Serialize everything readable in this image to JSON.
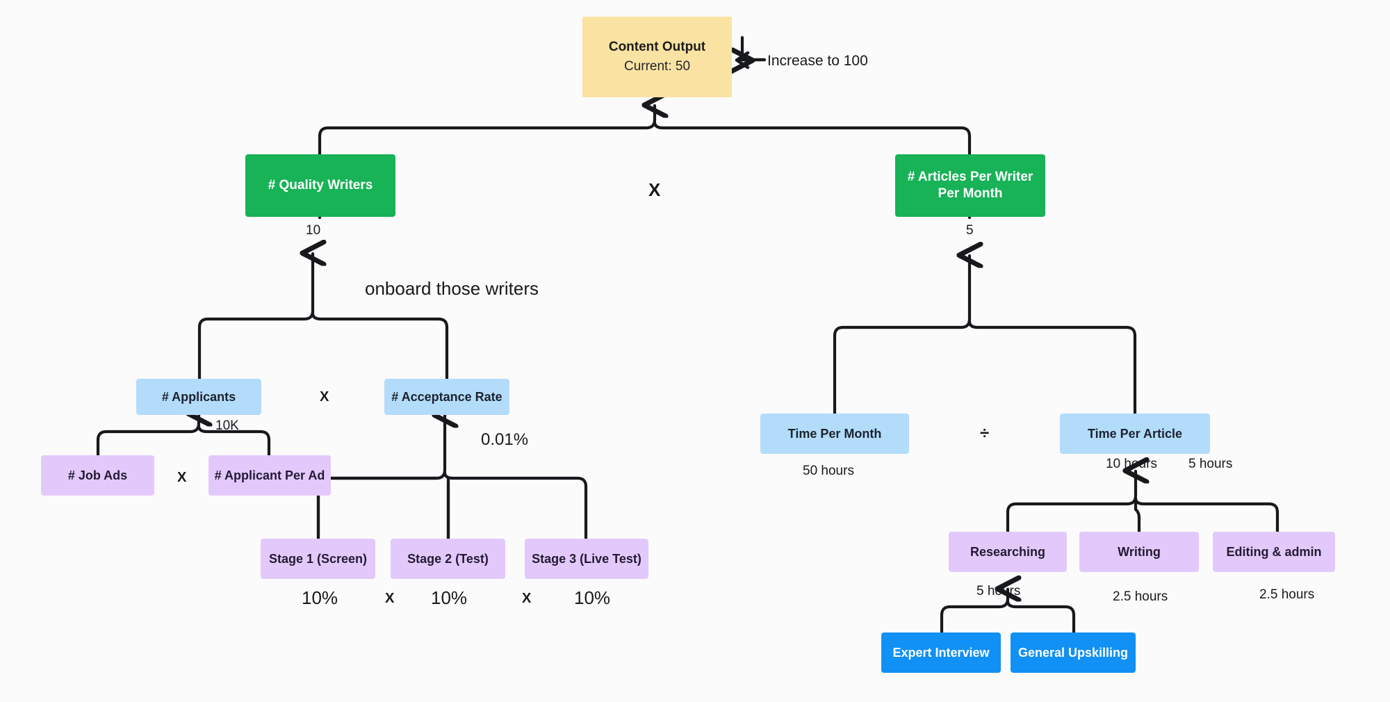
{
  "diagram": {
    "title_node": {
      "label": "Content Output",
      "sublabel": "Current: 50"
    },
    "annotations": {
      "increase_to_100": "Increase to 100",
      "onboard_writers": "onboard those writers"
    },
    "operators": {
      "top_multiply": "X",
      "applicants_multiply": "X",
      "jobads_multiply": "X",
      "stage12_multiply": "X",
      "stage23_multiply": "X",
      "time_divide": "÷"
    },
    "nodes": {
      "quality_writers": {
        "label": "# Quality Writers",
        "value": "10"
      },
      "articles_per_writer": {
        "label": "# Articles Per Writer Per Month",
        "value": "5"
      },
      "applicants": {
        "label": "# Applicants",
        "value": "10K"
      },
      "acceptance_rate": {
        "label": "# Acceptance Rate",
        "value": "0.01%"
      },
      "job_ads": {
        "label": "# Job Ads",
        "value": ""
      },
      "applicant_per_ad": {
        "label": "# Applicant Per Ad",
        "value": ""
      },
      "stage1": {
        "label": "Stage 1 (Screen)",
        "value": "10%"
      },
      "stage2": {
        "label": "Stage 2 (Test)",
        "value": "10%"
      },
      "stage3": {
        "label": "Stage 3 (Live Test)",
        "value": "10%"
      },
      "time_per_month": {
        "label": "Time Per Month",
        "value": "50 hours"
      },
      "time_per_article": {
        "label": "Time Per Article",
        "value": "10 hours",
        "alt_value": "5 hours"
      },
      "researching": {
        "label": "Researching",
        "value": "5 hours"
      },
      "writing": {
        "label": "Writing",
        "value": "2.5 hours"
      },
      "editing_admin": {
        "label": "Editing & admin",
        "value": "2.5 hours"
      },
      "expert_interview": {
        "label": "Expert Interview",
        "value": ""
      },
      "general_upskilling": {
        "label": "General Upskilling",
        "value": ""
      }
    },
    "colors": {
      "yellow": "#fae3a2",
      "green": "#18b257",
      "light_blue": "#b3dcfa",
      "purple": "#e3c9fb",
      "blue": "#1190f5",
      "line": "#17191c",
      "background": "#fbfbfb"
    }
  }
}
